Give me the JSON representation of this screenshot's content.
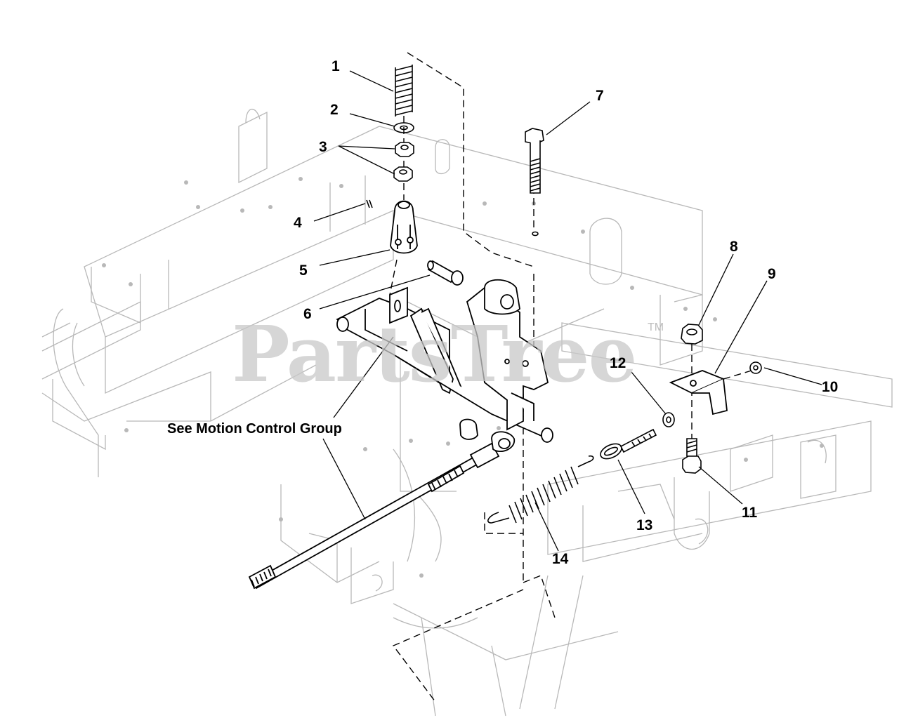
{
  "watermark": {
    "text": "PartsTree",
    "tm": "TM"
  },
  "note": "See Motion Control Group",
  "callouts": [
    {
      "num": "1"
    },
    {
      "num": "2"
    },
    {
      "num": "3"
    },
    {
      "num": "4"
    },
    {
      "num": "5"
    },
    {
      "num": "6"
    },
    {
      "num": "7"
    },
    {
      "num": "8"
    },
    {
      "num": "9"
    },
    {
      "num": "10"
    },
    {
      "num": "11"
    },
    {
      "num": "12"
    },
    {
      "num": "13"
    },
    {
      "num": "14"
    }
  ]
}
